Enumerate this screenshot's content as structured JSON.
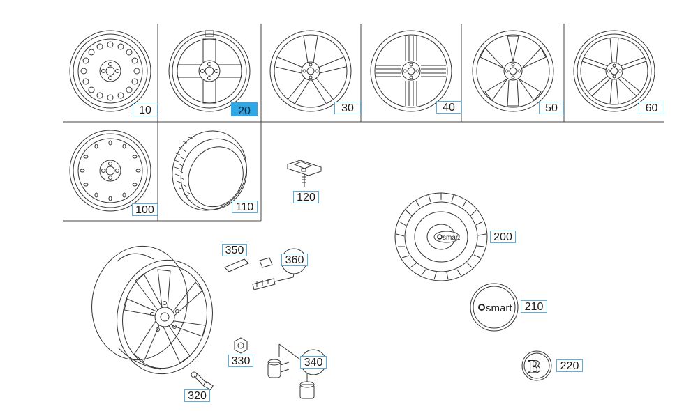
{
  "callouts": [
    {
      "id": "10",
      "label": "10"
    },
    {
      "id": "20",
      "label": "20",
      "selected": true
    },
    {
      "id": "30",
      "label": "30"
    },
    {
      "id": "40",
      "label": "40"
    },
    {
      "id": "50",
      "label": "50"
    },
    {
      "id": "60",
      "label": "60"
    },
    {
      "id": "100",
      "label": "100"
    },
    {
      "id": "110",
      "label": "110"
    },
    {
      "id": "120",
      "label": "120"
    },
    {
      "id": "200",
      "label": "200"
    },
    {
      "id": "210",
      "label": "210"
    },
    {
      "id": "220",
      "label": "220"
    },
    {
      "id": "320",
      "label": "320"
    },
    {
      "id": "330",
      "label": "330"
    },
    {
      "id": "340",
      "label": "340"
    },
    {
      "id": "350",
      "label": "350"
    },
    {
      "id": "360",
      "label": "360"
    }
  ],
  "logos": {
    "smart_small": "smart",
    "smart_large": "smart",
    "brabus_letter": "B"
  },
  "colors": {
    "selected_fill": "#2ea7e6",
    "callout_border": "#5aaee0",
    "line": "#333333"
  }
}
